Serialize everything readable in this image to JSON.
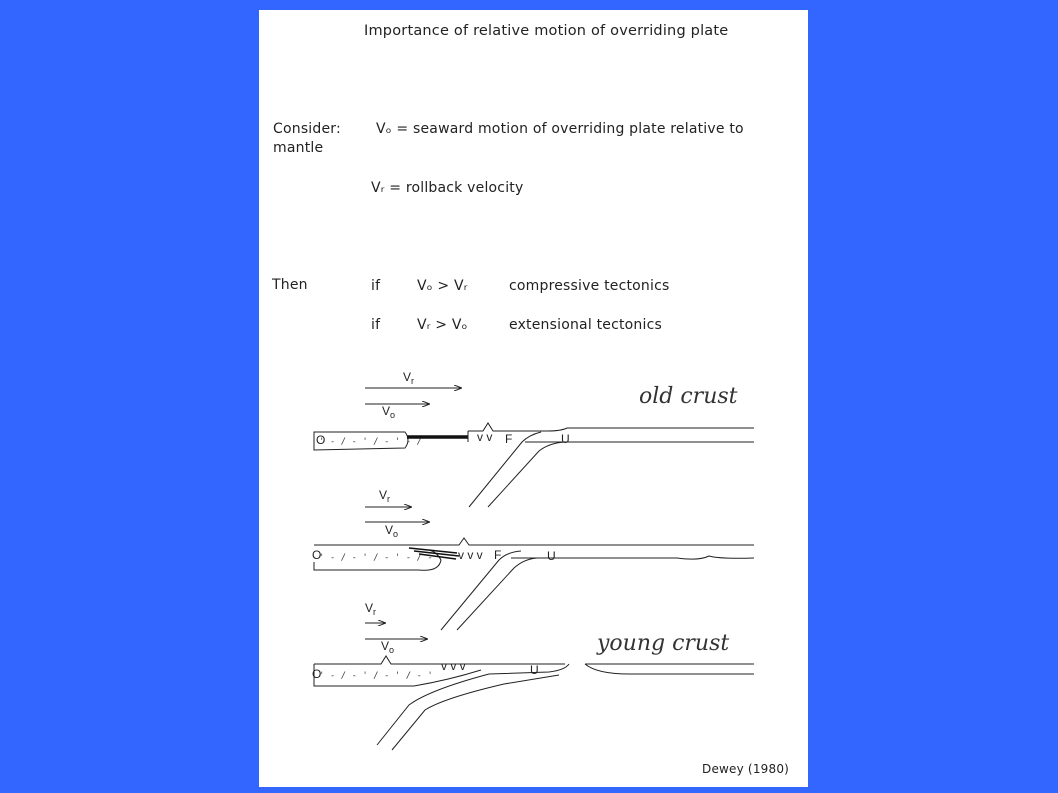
{
  "title": "Importance of relative motion of overriding plate",
  "consider": {
    "label": "Consider:",
    "label_cont": "mantle",
    "vo_definition": "Vₒ = seaward motion of overriding plate relative to",
    "vr_definition": "Vᵣ = rollback velocity"
  },
  "then": {
    "label": "Then",
    "rows": [
      {
        "if": "if",
        "condition": "Vₒ > Vᵣ",
        "result": "compressive tectonics"
      },
      {
        "if": "if",
        "condition": "Vᵣ > Vₒ",
        "result": "extensional tectonics"
      }
    ]
  },
  "figure": {
    "vr_label": "V",
    "vr_sub": "r",
    "vo_label": "V",
    "vo_sub": "o",
    "o_label": "O",
    "f_label": "F",
    "u_label": "U",
    "arc_mark": "v v",
    "arc_mark2": "v v v",
    "old_crust": "old crust",
    "young_crust": "young crust"
  },
  "citation": "Dewey (1980)",
  "colors": {
    "background": "#3366ff",
    "slide": "#ffffff",
    "ink": "#222222"
  }
}
